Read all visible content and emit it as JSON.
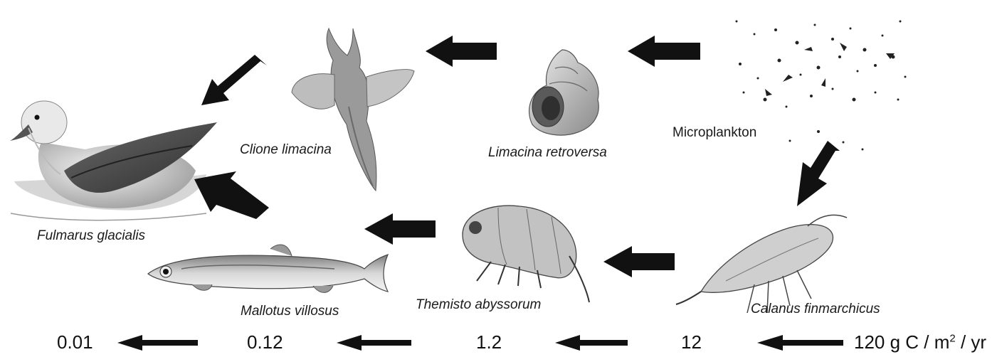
{
  "organisms": {
    "fulmarus": "Fulmarus glacialis",
    "clione": "Clione limacina",
    "limacina": "Limacina retroversa",
    "microplankton": "Microplankton",
    "mallotus": "Mallotus villosus",
    "themisto": "Themisto abyssorum",
    "calanus": "Calanus finmarchicus"
  },
  "energy_flow": {
    "level_1": "0.01",
    "level_2": "0.12",
    "level_3": "1.2",
    "level_4": "12",
    "level_5_value": "120 g C / m",
    "level_5_exp": "2",
    "level_5_unit": " / yr"
  },
  "colors": {
    "arrow": "#111111",
    "ink": "#1a1a1a"
  },
  "icons": [
    "fulmar-bird",
    "sea-angel",
    "sea-snail-shell",
    "plankton-cloud",
    "capelin-fish",
    "amphipod",
    "copepod"
  ]
}
